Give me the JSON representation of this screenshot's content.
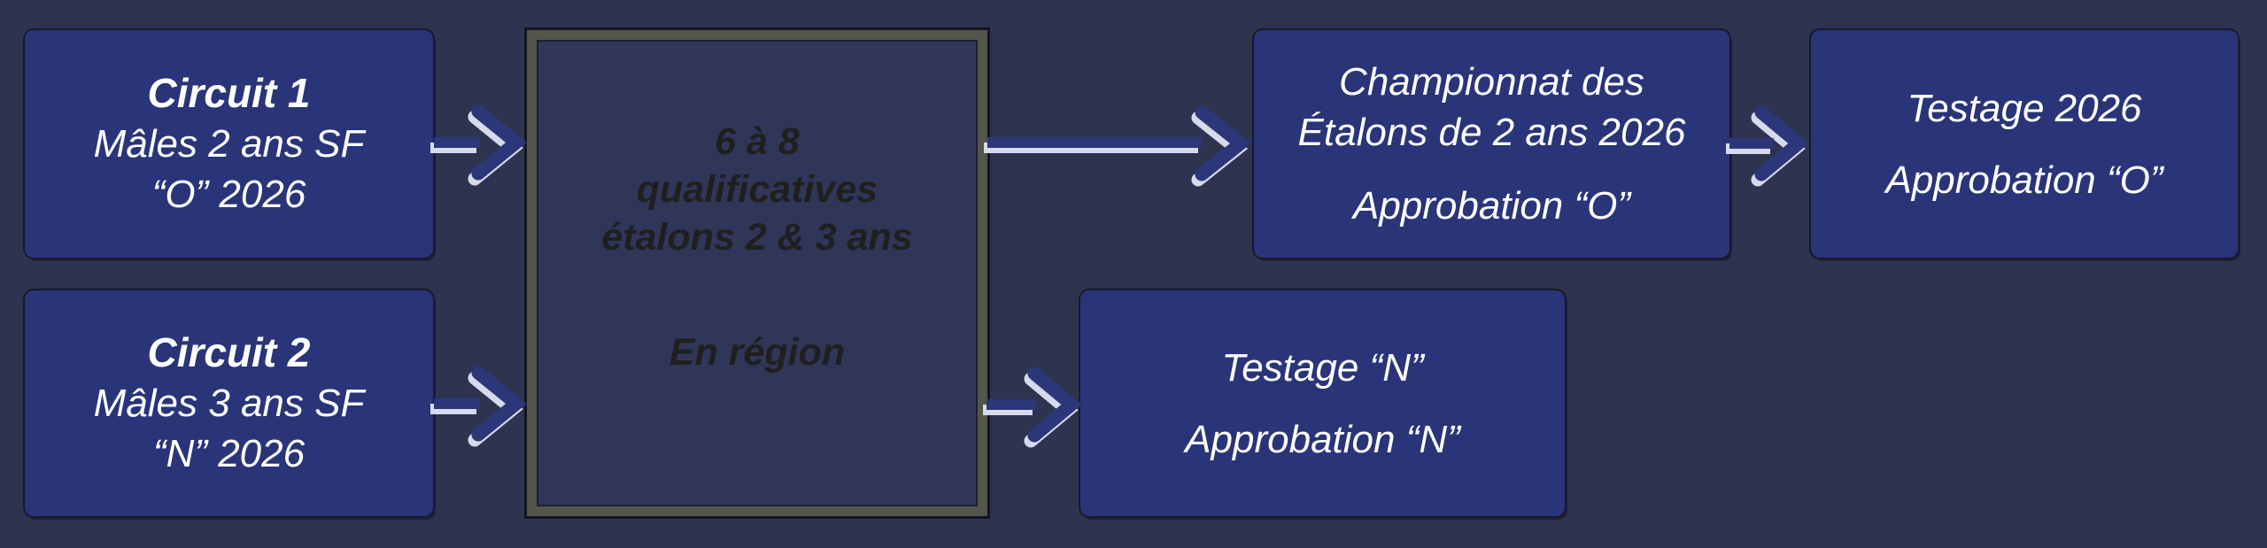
{
  "colors": {
    "background": "#2E3350",
    "box_fill": "#2A3478",
    "box_outline": "#171A2C",
    "box_text": "#FFFFFF",
    "qualifier_fill": "#303657",
    "qualifier_border": "#54554B",
    "qualifier_text": "#1F1F1F",
    "arrow_dark": "#2B3778",
    "arrow_light": "#D7DAEC"
  },
  "nodes": {
    "circuit1": {
      "lines": [
        "Circuit 1",
        "Mâles 2 ans SF",
        "“O” 2026"
      ]
    },
    "circuit2": {
      "lines": [
        "Circuit 2",
        "Mâles 3 ans SF",
        "“N” 2026"
      ]
    },
    "qualificatives": {
      "lines": [
        "6 à 8",
        "qualificatives",
        "étalons 2 & 3 ans",
        "En région"
      ]
    },
    "championnat": {
      "lines": [
        "Championnat des",
        "Étalons de 2 ans 2026",
        "Approbation “O”"
      ]
    },
    "testage_o": {
      "lines": [
        "Testage 2026",
        "Approbation “O”"
      ]
    },
    "testage_n": {
      "lines": [
        "Testage “N”",
        "Approbation “N”"
      ]
    }
  },
  "arrows": [
    {
      "name": "circuit1-to-qualificatives"
    },
    {
      "name": "circuit2-to-qualificatives"
    },
    {
      "name": "qualificatives-to-championnat"
    },
    {
      "name": "qualificatives-to-testage-n"
    },
    {
      "name": "championnat-to-testage-2026"
    }
  ]
}
